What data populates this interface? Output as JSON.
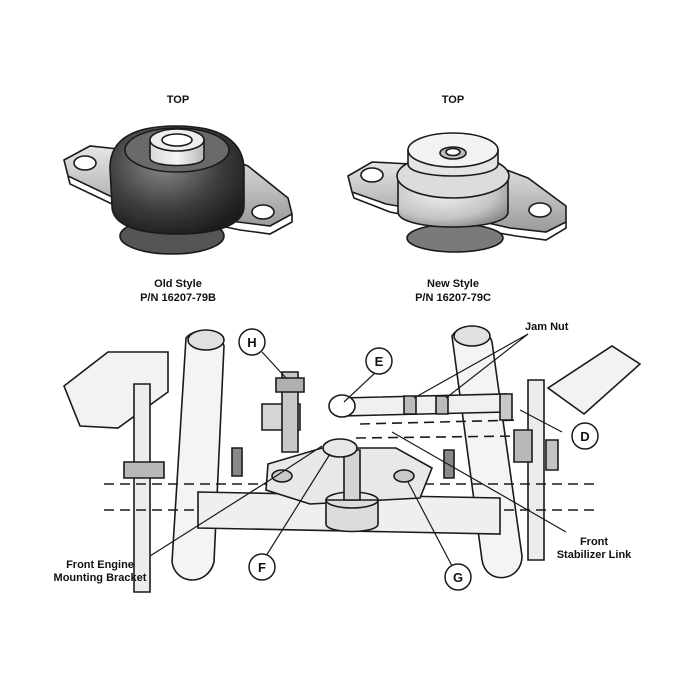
{
  "mounts": {
    "old": {
      "top_label": "TOP",
      "style_label": "Old Style",
      "part_label": "P/N 16207-79B"
    },
    "new": {
      "top_label": "TOP",
      "style_label": "New Style",
      "part_label": "P/N 16207-79C"
    }
  },
  "callouts": {
    "H": "H",
    "E": "E",
    "D": "D",
    "F": "F",
    "G": "G"
  },
  "labels": {
    "jam_nut": "Jam Nut",
    "front_stabilizer_link_1": "Front",
    "front_stabilizer_link_2": "Stabilizer Link",
    "front_engine_bracket_1": "Front Engine",
    "front_engine_bracket_2": "Mounting Bracket"
  }
}
